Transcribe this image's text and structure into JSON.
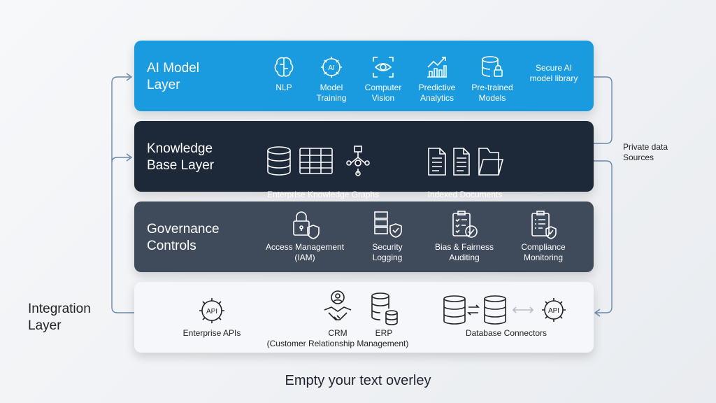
{
  "layers": {
    "ai": {
      "title": "AI Model\nLayer",
      "items": [
        "NLP",
        "Model\nTraining",
        "Computer\nVision",
        "Predictive\nAnalytics",
        "Pre-trained\nModels"
      ],
      "note": "Secure AI\nmodel library"
    },
    "kb": {
      "title": "Knowledge\nBase Layer",
      "groups": [
        "Enterprise Knowledge Graphs",
        "Indexed Documents"
      ]
    },
    "gov": {
      "title": "Governance\nControls",
      "items": [
        "Access Management\n(IAM)",
        "Security\nLogging",
        "Bias & Fairness\nAuditing",
        "Compliance\nMonitoring"
      ]
    },
    "int": {
      "title": "Integration\nLayer",
      "items": [
        "Enterprise APIs",
        "CRM\n(Customer Relationship Management)",
        "ERP",
        "Database Connectors"
      ],
      "api_badge": "API"
    }
  },
  "side_label": "Private data\nSources",
  "caption": "Empty your text overley",
  "colors": {
    "ai": "#1a9be0",
    "kb": "#1d2838",
    "gov": "#3f4a5b",
    "int": "#f5f7fa"
  }
}
